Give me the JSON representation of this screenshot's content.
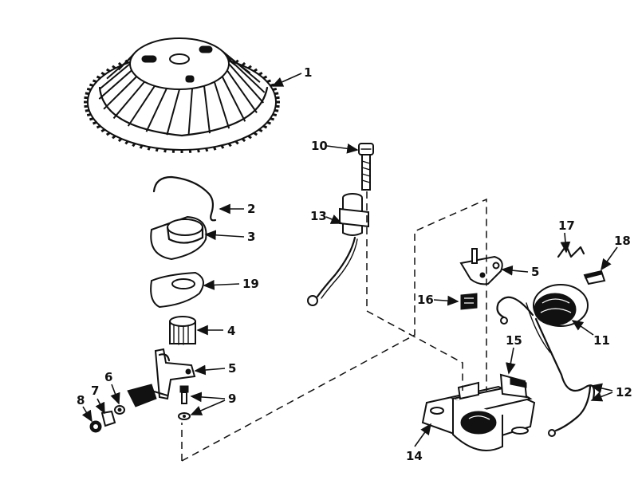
{
  "callouts": [
    {
      "id": "c1",
      "label": "1"
    },
    {
      "id": "c2",
      "label": "2"
    },
    {
      "id": "c3",
      "label": "3"
    },
    {
      "id": "c4",
      "label": "4"
    },
    {
      "id": "c5a",
      "label": "5"
    },
    {
      "id": "c5b",
      "label": "5"
    },
    {
      "id": "c6",
      "label": "6"
    },
    {
      "id": "c7",
      "label": "7"
    },
    {
      "id": "c8",
      "label": "8"
    },
    {
      "id": "c9",
      "label": "9"
    },
    {
      "id": "c10",
      "label": "10"
    },
    {
      "id": "c11",
      "label": "11"
    },
    {
      "id": "c12",
      "label": "12"
    },
    {
      "id": "c13",
      "label": "13"
    },
    {
      "id": "c14",
      "label": "14"
    },
    {
      "id": "c15",
      "label": "15"
    },
    {
      "id": "c16",
      "label": "16"
    },
    {
      "id": "c17",
      "label": "17"
    },
    {
      "id": "c18",
      "label": "18"
    },
    {
      "id": "c19",
      "label": "19"
    }
  ]
}
